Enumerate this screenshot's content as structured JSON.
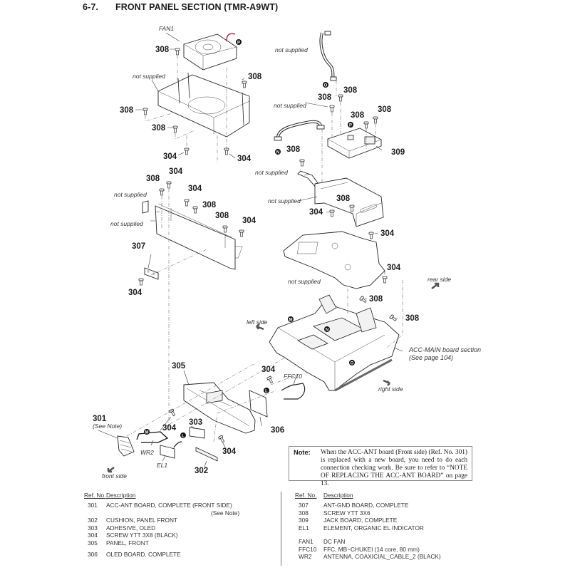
{
  "title": {
    "number": "6-7.",
    "text": "FRONT PANEL SECTION (TMR-A9WT)"
  },
  "diagram": {
    "ref_labels": {
      "fan_308_a": "308",
      "fan_308_b": "308",
      "fan_308_c": "308",
      "fan_308_d": "308",
      "fan_304_a": "304",
      "fan_304_b": "304",
      "jack_308_a": "308",
      "jack_308_b": "308",
      "jack_308_c": "308",
      "jack_308_d": "308",
      "jack_309": "309",
      "bracket_308": "308",
      "bracket_304": "304",
      "frame_304_a": "304",
      "frame_304_b": "304",
      "frame_308": "308",
      "plate_308_a": "308",
      "plate_304_a": "304",
      "plate_304_b": "304",
      "plate_308_b": "308",
      "plate_308_c": "308",
      "plate_304_c": "304",
      "ant_307": "307",
      "ant_304": "304",
      "main_308_a": "308",
      "main_308_b": "308",
      "front_305": "305",
      "front_304_a": "304",
      "front_304_b": "304",
      "front_304_c": "304",
      "front_303": "303",
      "front_302": "302",
      "front_306": "306",
      "front_301": "301"
    },
    "part_labels": {
      "fan1": "FAN1",
      "ffc10": "FFC10",
      "wr2": "WR2",
      "el1": "EL1",
      "see_note": "(See Note)",
      "acc_main_1": "ACC-MAIN board section",
      "acc_main_2": "(See page 104)"
    },
    "not_supplied": "not supplied",
    "directions": {
      "rear": "rear side",
      "left": "left side",
      "right": "right side",
      "front": "front side"
    },
    "connectors": {
      "P": "P",
      "O": "O",
      "N": "N",
      "M": "M",
      "L": "L"
    }
  },
  "note": {
    "heading": "Note:",
    "text": "When the ACC-ANT board (Front side) (Ref. No. 301) is replaced with a new board, you need to do each connection checking work. Be sure to refer to “NOTE OF REPLACING THE ACC-ANT BOARD” on page 13."
  },
  "parts_table": {
    "headers": {
      "ref": "Ref. No.",
      "desc": "Description"
    },
    "left": [
      {
        "ref": "301",
        "desc": "ACC-ANT BOARD, COMPLETE (FRONT SIDE)",
        "extra": "(See Note)"
      },
      {
        "ref": "302",
        "desc": "CUSHION, PANEL FRONT"
      },
      {
        "ref": "303",
        "desc": "ADHESIVE, OLED"
      },
      {
        "ref": "304",
        "desc": "SCREW YTT 3X8 (BLACK)"
      },
      {
        "ref": "305",
        "desc": "PANEL, FRONT"
      },
      {
        "ref": "306",
        "desc": "OLED BOARD, COMPLETE"
      }
    ],
    "right": [
      {
        "ref": "307",
        "desc": "ANT-GND BOARD, COMPLETE"
      },
      {
        "ref": "308",
        "desc": "SCREW YTT 3X6"
      },
      {
        "ref": "309",
        "desc": "JACK BOARD, COMPLETE"
      },
      {
        "ref": "EL1",
        "desc": "ELEMENT, ORGANIC EL INDICATOR"
      },
      {
        "ref": "FAN1",
        "desc": "DC FAN"
      },
      {
        "ref": "FFC10",
        "desc": "FFC, MB~CHUKEI (14 core, 80 mm)"
      },
      {
        "ref": "WR2",
        "desc": "ANTENNA, COAXICIAL_CABLE_2 (BLACK)"
      }
    ]
  }
}
